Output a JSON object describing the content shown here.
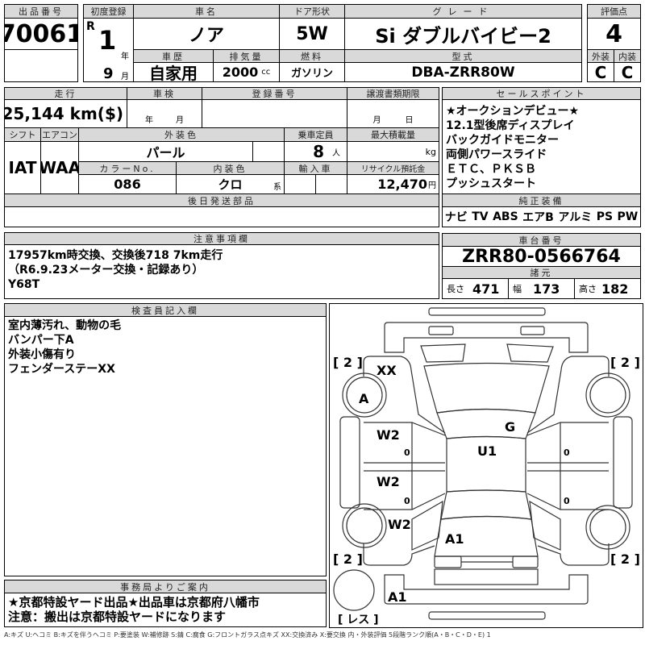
{
  "lot": {
    "label": "出品番号",
    "value": "70061"
  },
  "first_reg": {
    "label": "初度登録",
    "era": "R",
    "year": "1",
    "year_unit": "年",
    "month": "9",
    "month_unit": "月"
  },
  "car_name": {
    "label": "車名",
    "value": "ノア"
  },
  "door": {
    "label": "ドア形状",
    "value": "5W"
  },
  "grade": {
    "label": "グレード",
    "value": "Si ダブルバイビー2"
  },
  "history": {
    "label": "車歴",
    "value": "自家用"
  },
  "displacement": {
    "label": "排気量",
    "value": "2000",
    "unit": "cc"
  },
  "fuel": {
    "label": "燃料",
    "value": "ガソリン"
  },
  "model": {
    "label": "型式",
    "value": "DBA-ZRR80W"
  },
  "score": {
    "label": "評価点",
    "value": "4",
    "ext_label": "外装",
    "int_label": "内装",
    "ext": "C",
    "int": "C"
  },
  "mileage": {
    "label": "走行",
    "value": "25,144 km($)"
  },
  "inspection": {
    "label": "車検",
    "year_unit": "年",
    "month_unit": "月"
  },
  "reg_number": {
    "label": "登録番号"
  },
  "transfer": {
    "label": "譲渡書類期限",
    "month_unit": "月",
    "day_unit": "日"
  },
  "shift": {
    "label": "シフト",
    "value": "IAT"
  },
  "ac": {
    "label": "エアコン",
    "value": "WAA"
  },
  "ext_color": {
    "label": "外装色",
    "value": "パール"
  },
  "capacity": {
    "label": "乗車定員",
    "value": "8",
    "unit": "人"
  },
  "max_load": {
    "label": "最大積載量",
    "unit": "kg"
  },
  "color_no": {
    "label": "カラーNo.",
    "value": "086"
  },
  "int_color": {
    "label": "内装色",
    "value": "クロ",
    "unit": "系"
  },
  "import": {
    "label": "輸入車"
  },
  "recycle": {
    "label": "リサイクル預託金",
    "value": "12,470",
    "unit": "円"
  },
  "later_parts": {
    "label": "後日発送部品"
  },
  "sales_points": {
    "label": "セールスポイント",
    "lines": [
      "★オークションデビュー★",
      "12.1型後席ディスプレイ",
      "バックガイドモニター",
      "両側パワースライド",
      "ＥＴＣ、ＰＫＳＢ",
      "プッシュスタート"
    ]
  },
  "equipment": {
    "label": "純正装備",
    "items": [
      "ナビ",
      "TV",
      "ABS",
      "エアB",
      "アルミ",
      "PS",
      "PW"
    ]
  },
  "notes": {
    "label": "注意事項欄",
    "lines": [
      "17957km時交換、交換後718 7km走行",
      "（R6.9.23メーター交換・記録あり）",
      "Y68T"
    ]
  },
  "chassis": {
    "label": "車台番号",
    "value": "ZRR80-0566764"
  },
  "specs": {
    "label": "諸元",
    "length_label": "長さ",
    "length": "471",
    "width_label": "幅",
    "width": "173",
    "height_label": "高さ",
    "height": "182"
  },
  "inspector": {
    "label": "検査員記入欄",
    "lines": [
      "室内薄汚れ、動物の毛",
      "バンパー下A",
      "外装小傷有り",
      "フェンダーステーXX"
    ]
  },
  "office": {
    "label": "事務局よりご案内",
    "lines": [
      "★京都特設ヤード出品★出品車は京都府八幡市",
      "注意：搬出は京都特設ヤードになります"
    ]
  },
  "diagram": {
    "tire_fl": "[ 2 ]",
    "tire_fr": "[ 2 ]",
    "tire_rl": "[ 2 ]",
    "tire_rr": "[ 2 ]",
    "spare": "[ レス ]",
    "marks": {
      "fender_fl": "XX",
      "wheel_fl": "A",
      "door_fl": "W2",
      "door_fl_num": "0",
      "door_rl": "W2",
      "door_rl_num": "0",
      "quarter_rl": "W2",
      "trunk": "A1",
      "windshield": "G",
      "roof": "U1",
      "door_fr_num": "0",
      "door_rr_num": "0",
      "rear_bumper": "A1"
    }
  },
  "legend": "A:キズ U:ヘコミ B:キズを伴うヘコミ P:要塗装 W:補修跡 S:錆 C:腐食 G:フロントガラス点キズ XX:交換済み X:要交換 内・外装評価 5段階ランク順(A・B・C・D・E) 1"
}
